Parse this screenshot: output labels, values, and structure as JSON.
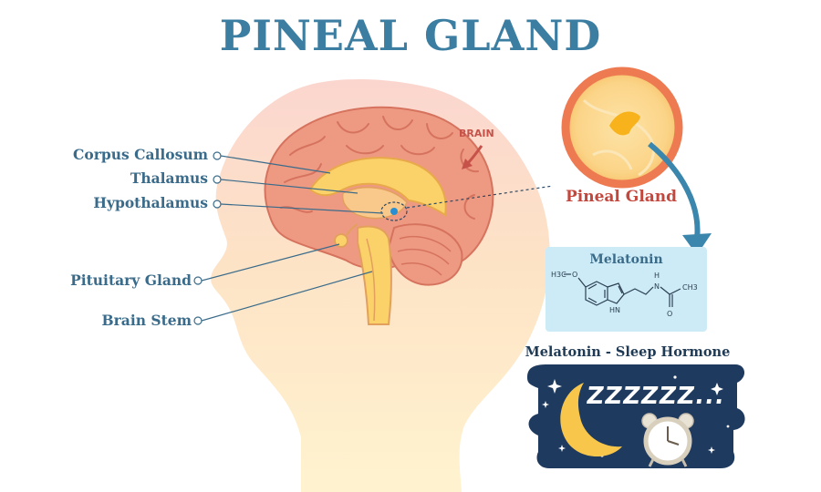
{
  "title": "PINEAL GLAND",
  "labels": {
    "corpus_callosum": "Corpus Callosum",
    "thalamus": "Thalamus",
    "hypothalamus": "Hypothalamus",
    "pituitary_gland": "Pituitary Gland",
    "brain_stem": "Brain Stem",
    "brain": "BRAIN",
    "pineal_gland": "Pineal Gland"
  },
  "melatonin": {
    "title": "Melatonin",
    "methyl": "H3C",
    "oxygen": "O",
    "nitrogen_h": "H",
    "nitrogen": "N",
    "nh": "HN",
    "carbonyl_o": "O",
    "acetyl_ch3": "CH3"
  },
  "sleep": {
    "title": "Melatonin - Sleep Hormone",
    "zzz": "ZZZZZZ..."
  },
  "colors": {
    "title_blue": "#3b7ea1",
    "label_blue": "#3a6b8a",
    "accent_red": "#c4473e",
    "brain_pink": "#ee9a83",
    "head_peach": "#fde6c6",
    "night_blue": "#1f3a5f"
  }
}
